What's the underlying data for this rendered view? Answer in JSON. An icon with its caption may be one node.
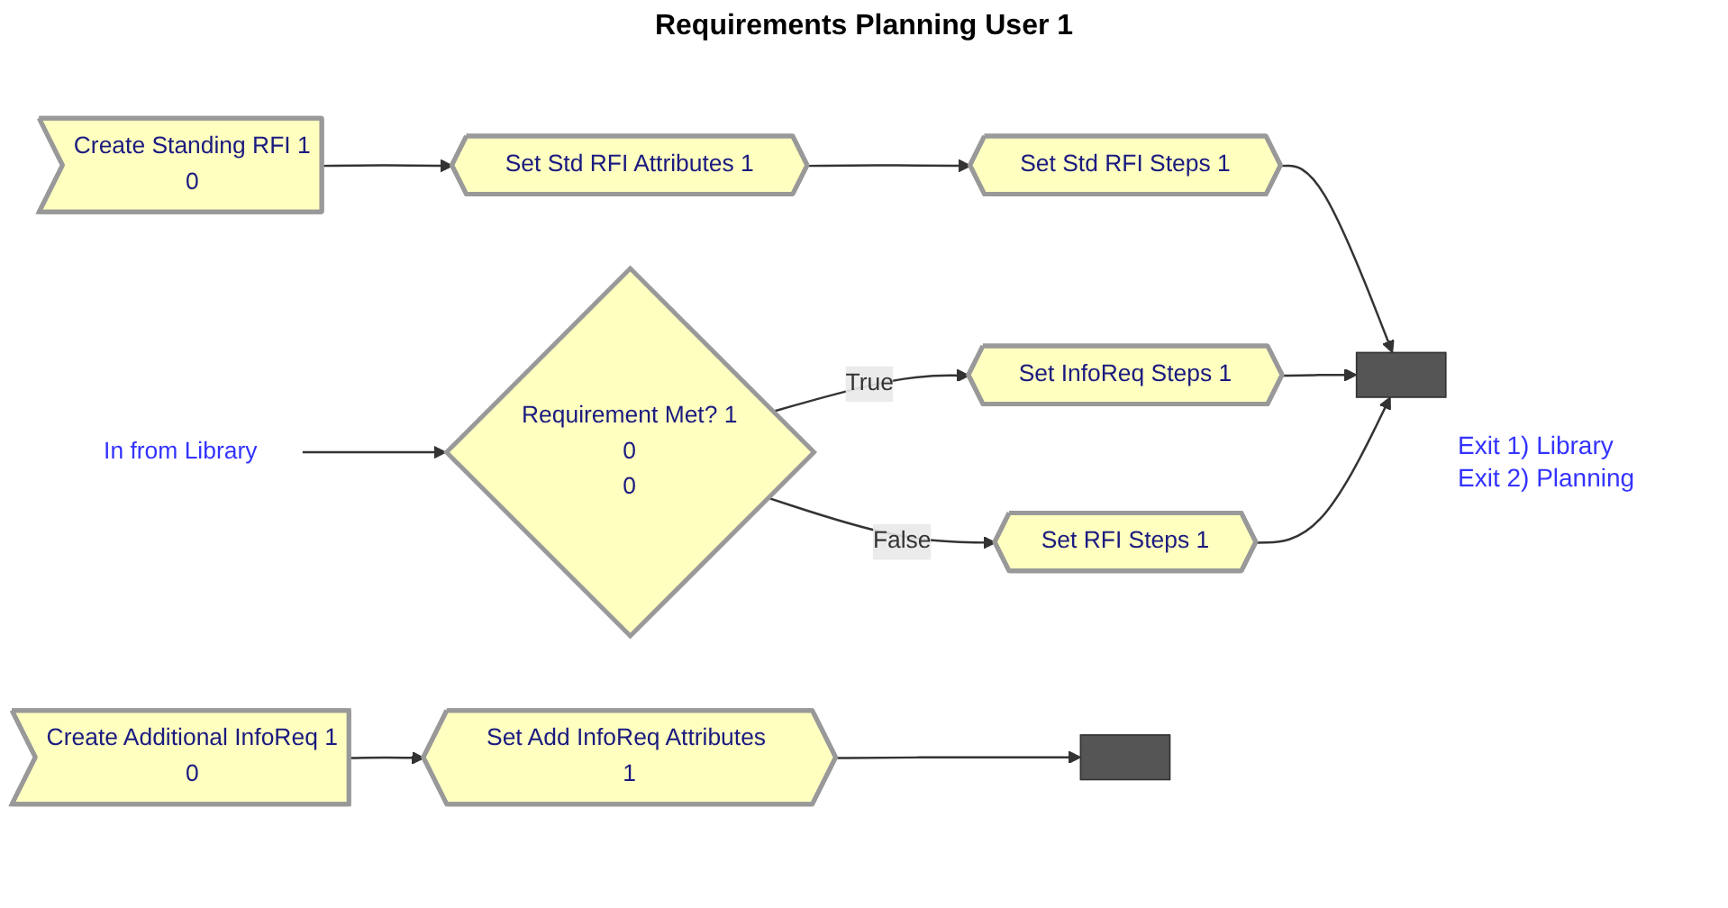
{
  "diagram": {
    "title": "Requirements Planning User 1",
    "nodes": [
      {
        "text": [
          "Create Additional InfoReq 1",
          "0"
        ]
      },
      {
        "text": [
          "Set Add InfoReq Attributes 1"
        ]
      },
      {
        "text": [
          "Create Standing RFI 1",
          "0"
        ]
      },
      {
        "text": [
          "Set Std RFI Attributes 1"
        ]
      },
      {
        "text": [
          "Set Std RFI Steps 1"
        ]
      },
      {
        "text": [
          "In from Library"
        ]
      },
      {
        "text": [
          "Requirement Met? 1",
          "0",
          "0"
        ]
      },
      {
        "text": [
          "Set InfoReq Steps 1"
        ]
      },
      {
        "text": [
          "Set RFI Steps 1"
        ]
      },
      {
        "text": [],
        "shape": "box"
      },
      {
        "text": [],
        "shape": "box"
      }
    ],
    "edges": [
      {
        "from": 0,
        "to": 1,
        "arrow": "to"
      },
      {
        "from": 1,
        "to": 9,
        "arrow": "to"
      },
      {
        "from": 2,
        "to": 3,
        "arrow": "to"
      },
      {
        "from": 3,
        "to": 4,
        "arrow": "to"
      },
      {
        "from": 5,
        "to": 6,
        "arrow": "to"
      },
      {
        "from": 6,
        "to": 7,
        "label": "True",
        "arrow": "to"
      },
      {
        "from": 6,
        "to": 8,
        "label": "False",
        "arrow": "to"
      },
      {
        "from": 4,
        "to": 10,
        "arrow": "to"
      },
      {
        "from": 7,
        "to": 10,
        "arrow": "to"
      },
      {
        "from": 8,
        "to": 10,
        "arrow": "to"
      }
    ],
    "labels": [
      "Exit 1) Library",
      "Exit 2) Planning"
    ]
  }
}
